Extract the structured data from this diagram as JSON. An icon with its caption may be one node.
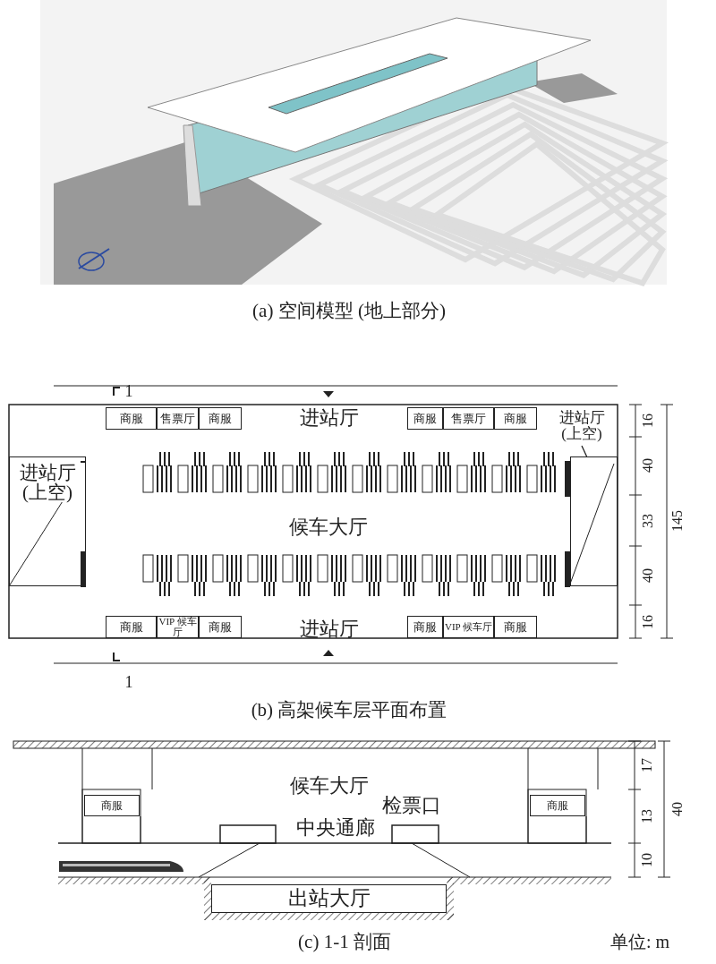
{
  "diagram": {
    "nodes": [
      {
        "text": [
          "商服"
        ]
      },
      {
        "text": [
          "售票厅"
        ]
      },
      {
        "text": [
          "商服"
        ]
      },
      {
        "text": [
          "商服"
        ]
      },
      {
        "text": [
          "售票厅"
        ]
      },
      {
        "text": [
          "商服"
        ]
      },
      {
        "text": [
          "商服"
        ]
      },
      {
        "text": [
          "VIP 候车厅"
        ]
      },
      {
        "text": [
          "商服"
        ]
      },
      {
        "text": [
          "商服"
        ]
      },
      {
        "text": [
          "VIP 候车厅"
        ]
      },
      {
        "text": [
          "商服"
        ]
      },
      {
        "text": [
          "进站厅 (上空)"
        ]
      },
      {
        "text": [],
        "shape": "box"
      },
      {
        "text": [
          "进站厅 (上空)"
        ]
      },
      {
        "text": [
          "商服"
        ]
      },
      {
        "text": [
          "商服"
        ]
      },
      {
        "text": [
          "出站大厅"
        ]
      }
    ],
    "edges": [
      {
        "from": 14,
        "to": 13,
        "arrow": "none"
      }
    ],
    "labels": [
      "(a) 空间模型 (地上部分)",
      "1",
      "进站厅",
      "16",
      "40",
      "候车大厅",
      "33",
      "145",
      "40",
      "进站厅",
      "16",
      "1",
      "(b) 高架候车层平面布置",
      "17",
      "候车大厅",
      "检票口",
      "13",
      "40",
      "中央通廊",
      "10",
      "(c) 1-1 剖面",
      "单位: m"
    ]
  }
}
